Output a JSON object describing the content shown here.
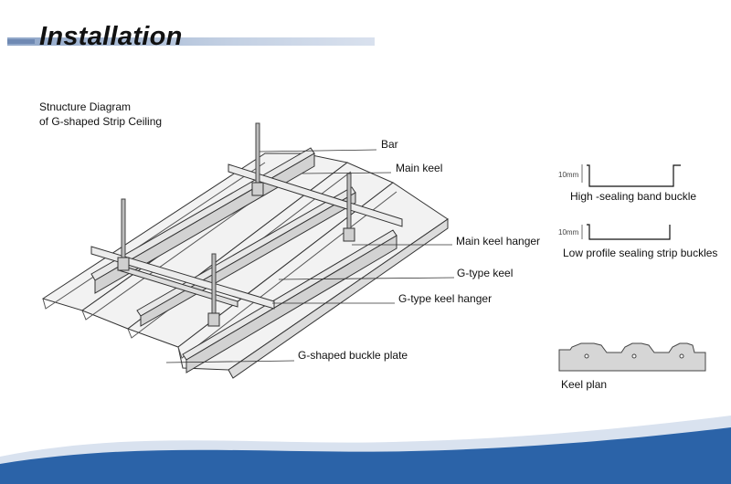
{
  "header": {
    "title": "Installation"
  },
  "diagram": {
    "subtitle_line1": "Stnucture Diagram",
    "subtitle_line2": "of G-shaped Strip Ceiling",
    "labels": {
      "bar": "Bar",
      "main_keel": "Main keel",
      "main_keel_hanger": "Main keel hanger",
      "g_type_keel": "G-type keel",
      "g_type_keel_hanger": "G-type keel hanger",
      "g_shaped_buckle_plate": "G-shaped buckle plate"
    }
  },
  "details": {
    "dimension_1": "10mm",
    "high_sealing": "High -sealing band buckle",
    "dimension_2": "10mm",
    "low_profile": "Low profile sealing strip buckles",
    "keel_plan": "Keel plan"
  },
  "colors": {
    "accent_blue": "#1f5aa6",
    "title_bar": "#b9c7de"
  }
}
